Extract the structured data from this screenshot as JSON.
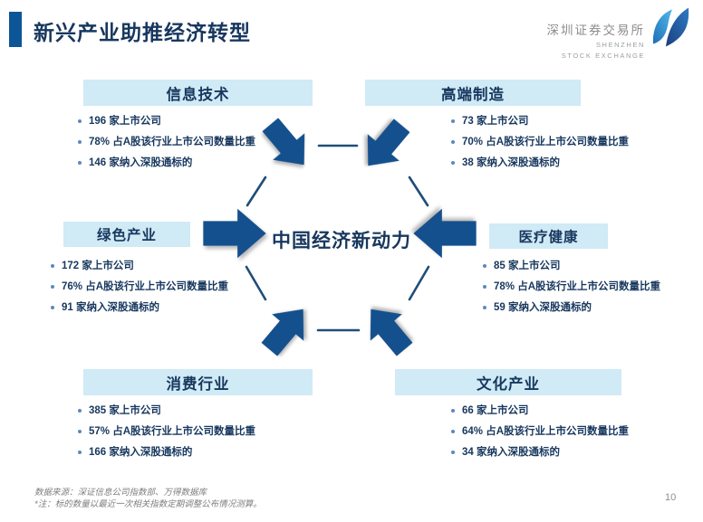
{
  "header": {
    "title": "新兴产业助推经济转型",
    "logo": {
      "cn": "深圳证券交易所",
      "en_line1": "SHENZHEN",
      "en_line2": "STOCK EXCHANGE"
    }
  },
  "diagram": {
    "center_label": "中国经济新动力",
    "panels": [
      {
        "id": "info-tech",
        "title": "信息技术",
        "bullets": [
          "196 家上市公司",
          "78% 占A股该行业上市公司数量比重",
          "146 家纳入深股通标的"
        ]
      },
      {
        "id": "high-end-manufacturing",
        "title": "高端制造",
        "bullets": [
          "73 家上市公司",
          "70% 占A股该行业上市公司数量比重",
          "38 家纳入深股通标的"
        ]
      },
      {
        "id": "green-industry",
        "title": "绿色产业",
        "bullets": [
          "172 家上市公司",
          "76% 占A股该行业上市公司数量比重",
          "91 家纳入深股通标的"
        ]
      },
      {
        "id": "medical-health",
        "title": "医疗健康",
        "bullets": [
          "85 家上市公司",
          "78% 占A股该行业上市公司数量比重",
          "59 家纳入深股通标的"
        ]
      },
      {
        "id": "consumer-industry",
        "title": "消费行业",
        "bullets": [
          "385 家上市公司",
          "57% 占A股该行业上市公司数量比重",
          "166 家纳入深股通标的"
        ]
      },
      {
        "id": "culture-industry",
        "title": "文化产业",
        "bullets": [
          "66 家上市公司",
          "64% 占A股该行业上市公司数量比重",
          "34 家纳入深股通标的"
        ]
      }
    ]
  },
  "footer": {
    "source": "数据来源：深证信息公司指数部、万得数据库",
    "note": "*注：标的数量以最近一次相关指数定期调整公布情况测算。",
    "page_number": "10"
  },
  "colors": {
    "arrow_blue": "#15508E",
    "panel_header_bg": "#D0EAF6",
    "navy_text": "#17375E",
    "accent_bar": "#0C5697",
    "footer_gray": "#7F7F7F"
  }
}
